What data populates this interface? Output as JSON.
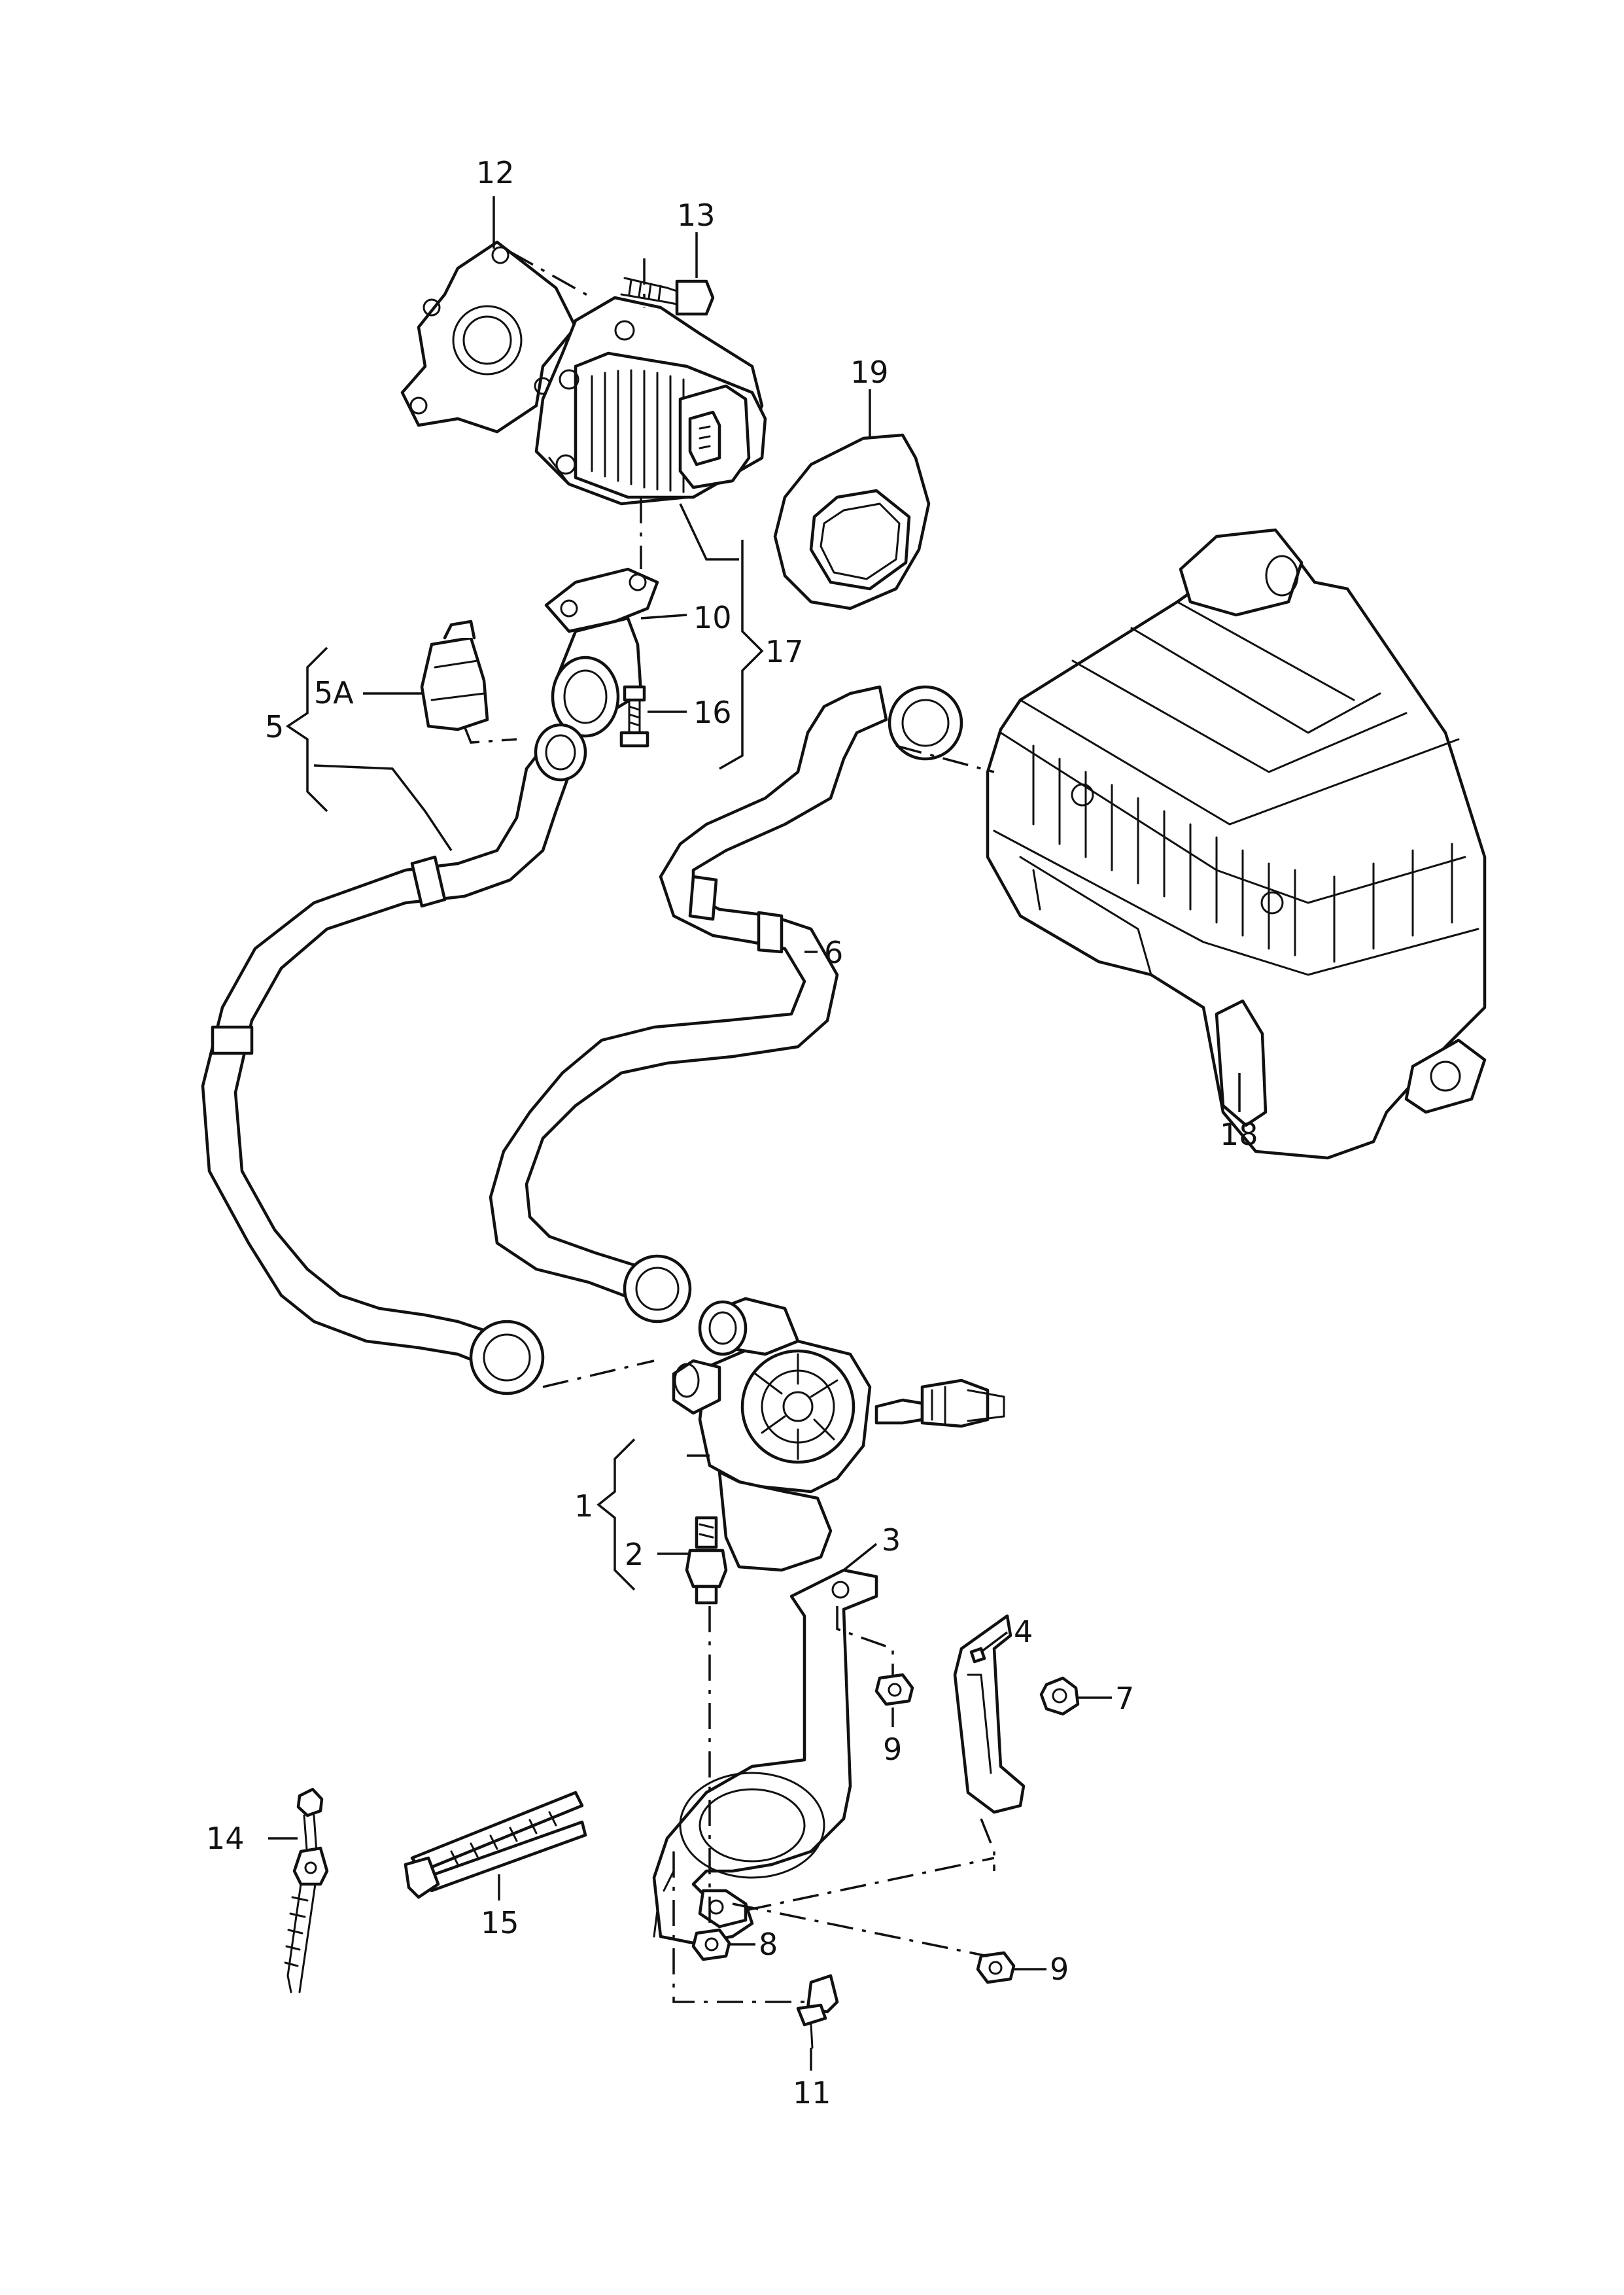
{
  "diagram": {
    "callouts": [
      {
        "id": "c12",
        "text": "12"
      },
      {
        "id": "c13",
        "text": "13"
      },
      {
        "id": "c19",
        "text": "19"
      },
      {
        "id": "c10",
        "text": "10"
      },
      {
        "id": "c17",
        "text": "17"
      },
      {
        "id": "c5A",
        "text": "5A"
      },
      {
        "id": "c5",
        "text": "5"
      },
      {
        "id": "c16",
        "text": "16"
      },
      {
        "id": "c6",
        "text": "6"
      },
      {
        "id": "c18",
        "text": "18"
      },
      {
        "id": "c1",
        "text": "1"
      },
      {
        "id": "c2",
        "text": "2"
      },
      {
        "id": "c3",
        "text": "3"
      },
      {
        "id": "c4",
        "text": "4"
      },
      {
        "id": "c7",
        "text": "7"
      },
      {
        "id": "c9a",
        "text": "9"
      },
      {
        "id": "c9b",
        "text": "9"
      },
      {
        "id": "c14",
        "text": "14"
      },
      {
        "id": "c15",
        "text": "15"
      },
      {
        "id": "c8",
        "text": "8"
      },
      {
        "id": "c11",
        "text": "11"
      }
    ]
  }
}
